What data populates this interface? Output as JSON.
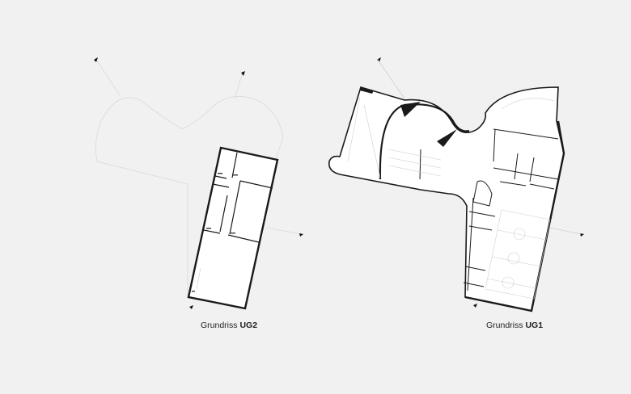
{
  "plans": [
    {
      "prefix": "Grundriss",
      "level": "UG2"
    },
    {
      "prefix": "Grundriss",
      "level": "UG1"
    }
  ],
  "colors": {
    "background": "#f1f1f1",
    "wall": "#1a1a1a",
    "ghost": "#d6d6d6",
    "floor": "#ffffff"
  }
}
